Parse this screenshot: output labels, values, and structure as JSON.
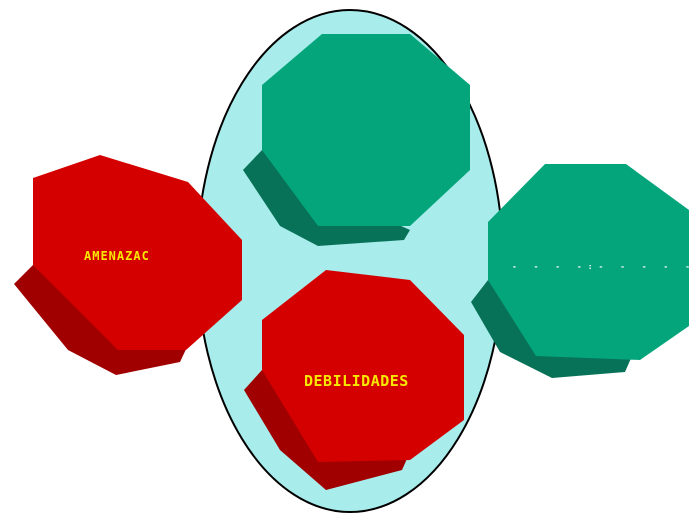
{
  "colors": {
    "ellipse_fill": "#a8ecec",
    "ellipse_stroke": "#000000",
    "green_face": "#05a57c",
    "green_shadow": "#087258",
    "red_face": "#d40000",
    "red_shadow": "#a00000",
    "label_yellow": "#f6e800",
    "right_label_color": "#ffffff"
  },
  "shapes": {
    "top_green": {
      "color": "green",
      "icon": "green-octagon"
    },
    "right_green": {
      "color": "green",
      "icon": "green-octagon"
    },
    "left_red": {
      "color": "red",
      "icon": "red-octagon"
    },
    "bottom_red": {
      "color": "red",
      "icon": "red-octagon"
    }
  },
  "labels": {
    "amenazas": "AMENAZAC",
    "debilidades": "DEBILIDADES",
    "right_partial": "- - - -:- - - - -"
  }
}
